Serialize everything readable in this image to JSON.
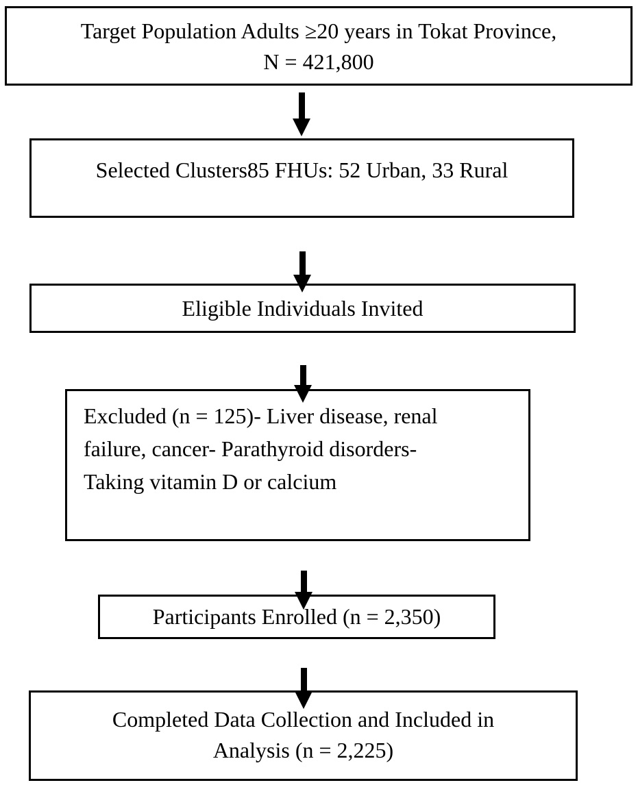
{
  "flowchart": {
    "type": "study-participant-flow-diagram",
    "background_color": "#ffffff",
    "line_color": "#000000",
    "text_color": "#000000",
    "boxes": [
      {
        "id": "target-population",
        "lines": [
          "Target Population Adults ≥20 years in Tokat Province,",
          "N = 421,800"
        ]
      },
      {
        "id": "selected-clusters",
        "lines": [
          "Selected Clusters85 FHUs: 52 Urban, 33 Rural"
        ]
      },
      {
        "id": "eligible-invited",
        "lines": [
          "Eligible Individuals Invited"
        ]
      },
      {
        "id": "excluded",
        "lines": [
          "Excluded (n = 125)- Liver disease, renal",
          "failure, cancer- Parathyroid disorders-",
          "Taking vitamin D or calcium"
        ]
      },
      {
        "id": "participants-enrolled",
        "lines": [
          "Participants Enrolled (n = 2,350)"
        ]
      },
      {
        "id": "completed-analysis",
        "lines": [
          "Completed Data Collection and Included in",
          "Analysis (n = 2,225)"
        ]
      }
    ],
    "arrows": [
      {
        "from": "target-population",
        "to": "selected-clusters"
      },
      {
        "from": "selected-clusters",
        "to": "eligible-invited"
      },
      {
        "from": "eligible-invited",
        "to": "excluded"
      },
      {
        "from": "excluded",
        "to": "participants-enrolled"
      },
      {
        "from": "participants-enrolled",
        "to": "completed-analysis"
      }
    ],
    "values": {
      "target_population_n": "421,800",
      "fhu_clusters_total": "85",
      "fhu_clusters_urban": "52",
      "fhu_clusters_rural": "33",
      "excluded_n": "125",
      "enrolled_n": "2,350",
      "analyzed_n": "2,225"
    }
  }
}
